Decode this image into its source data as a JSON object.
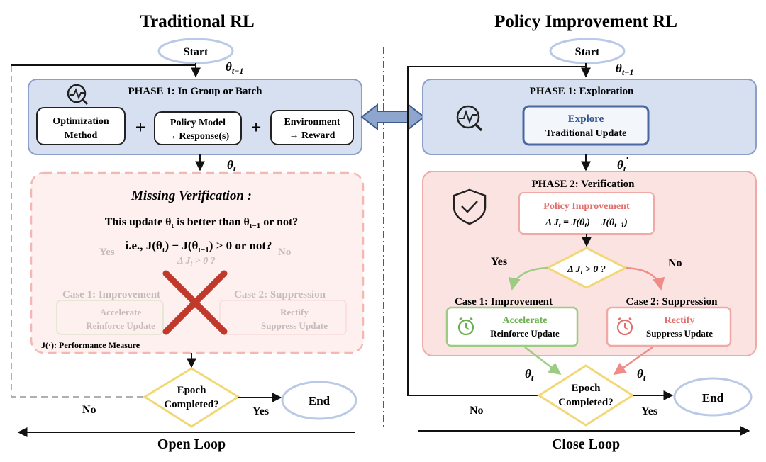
{
  "left": {
    "title": "Traditional RL",
    "start": "Start",
    "theta_prev": "θ",
    "theta_prev_sub": "t−1",
    "phase1_title": "PHASE 1: In Group or Batch",
    "opt_line1": "Optimization",
    "opt_line2": "Method",
    "policy_line1": "Policy Model",
    "policy_line2": "→ Response(s)",
    "env_line1": "Environment",
    "env_line2": "→ Reward",
    "plus": "+",
    "theta_t": "θ",
    "theta_t_sub": "t",
    "missing_title": "Missing Verification :",
    "question_line1": "This update θ",
    "question_sub1": "t",
    "question_mid1": " is better than θ",
    "question_sub2": "t−1",
    "question_end1": " or not?",
    "question_line2": "i.e., J(θ",
    "question_line2_sub": "t",
    "question_line2_mid": ") − J(θ",
    "question_line2_sub2": "t−1",
    "question_line2_end": ") > 0 or not?",
    "ghost_yes": "Yes",
    "ghost_no": "No",
    "ghost_delta": "Δ J",
    "ghost_delta_sub": "t",
    "ghost_delta_end": " > 0 ?",
    "ghost_case1": "Case 1: Improvement",
    "ghost_case2": "Case 2: Suppression",
    "ghost_accel": "Accelerate",
    "ghost_reinforce": "Reinforce Update",
    "ghost_rectify": "Rectify",
    "ghost_suppress": "Suppress Update",
    "perf_measure": "J(·): Performance Measure",
    "epoch_line1": "Epoch",
    "epoch_line2": "Completed?",
    "no": "No",
    "yes": "Yes",
    "end": "End",
    "loop_label": "Open Loop"
  },
  "right": {
    "title": "Policy Improvement RL",
    "start": "Start",
    "theta_prev": "θ",
    "theta_prev_sub": "t−1",
    "phase1_title": "PHASE 1: Exploration",
    "explore": "Explore",
    "traditional_update": "Traditional Update",
    "theta_tp": "θ",
    "theta_tp_sub": "t",
    "theta_tp_prime": "′",
    "phase2_title": "PHASE 2: Verification",
    "policy_improvement": "Policy Improvement",
    "delta_eq": "Δ J",
    "delta_eq_sub": "t",
    "delta_eq_rest": " = J(θ",
    "delta_eq_sub2": "t",
    "delta_eq_rest2": ") − J(θ",
    "delta_eq_sub3": "t−1",
    "delta_eq_end": ")",
    "yes": "Yes",
    "no": "No",
    "decision": "Δ J",
    "decision_sub": "t",
    "decision_end": " > 0 ?",
    "case1": "Case 1: Improvement",
    "case2": "Case 2: Suppression",
    "accelerate": "Accelerate",
    "reinforce": "Reinforce Update",
    "rectify": "Rectify",
    "suppress": "Suppress Update",
    "theta_t": "θ",
    "theta_t_sub": "t",
    "epoch_line1": "Epoch",
    "epoch_line2": "Completed?",
    "loop_no": "No",
    "loop_yes": "Yes",
    "end": "End",
    "loop_label": "Close Loop"
  },
  "colors": {
    "blue_fill": "#d6e0f0",
    "blue_stroke": "#8b9fc8",
    "pink_fill": "#fbe3e2",
    "pink_stroke": "#f0a9a6",
    "yellow_stroke": "#f2d777",
    "green_stroke": "#9ccc83",
    "green_text": "#6aaf4f",
    "red_text": "#e26f6c",
    "navy_text": "#2f4f8f",
    "cross_red": "#c0392b"
  }
}
